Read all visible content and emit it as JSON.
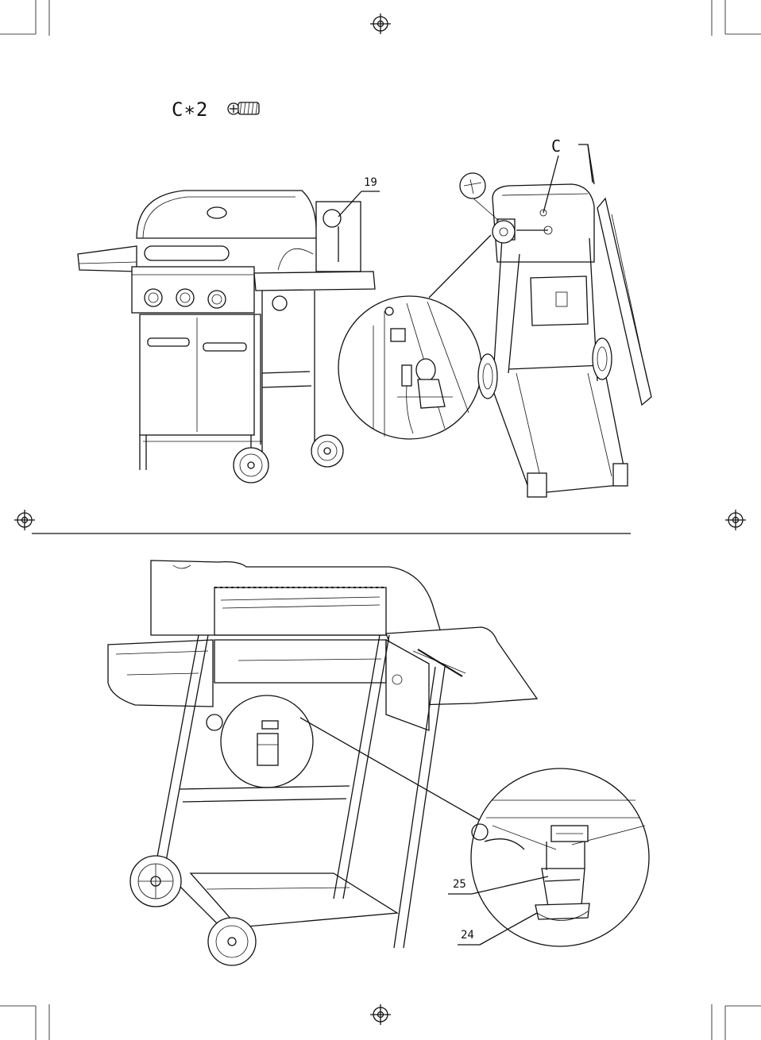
{
  "step_hardware": {
    "label": "C∗2",
    "icon": "screw-icon"
  },
  "callouts": {
    "part_19": "19",
    "screw_c": "C",
    "part_25": "25",
    "part_24": "24"
  }
}
